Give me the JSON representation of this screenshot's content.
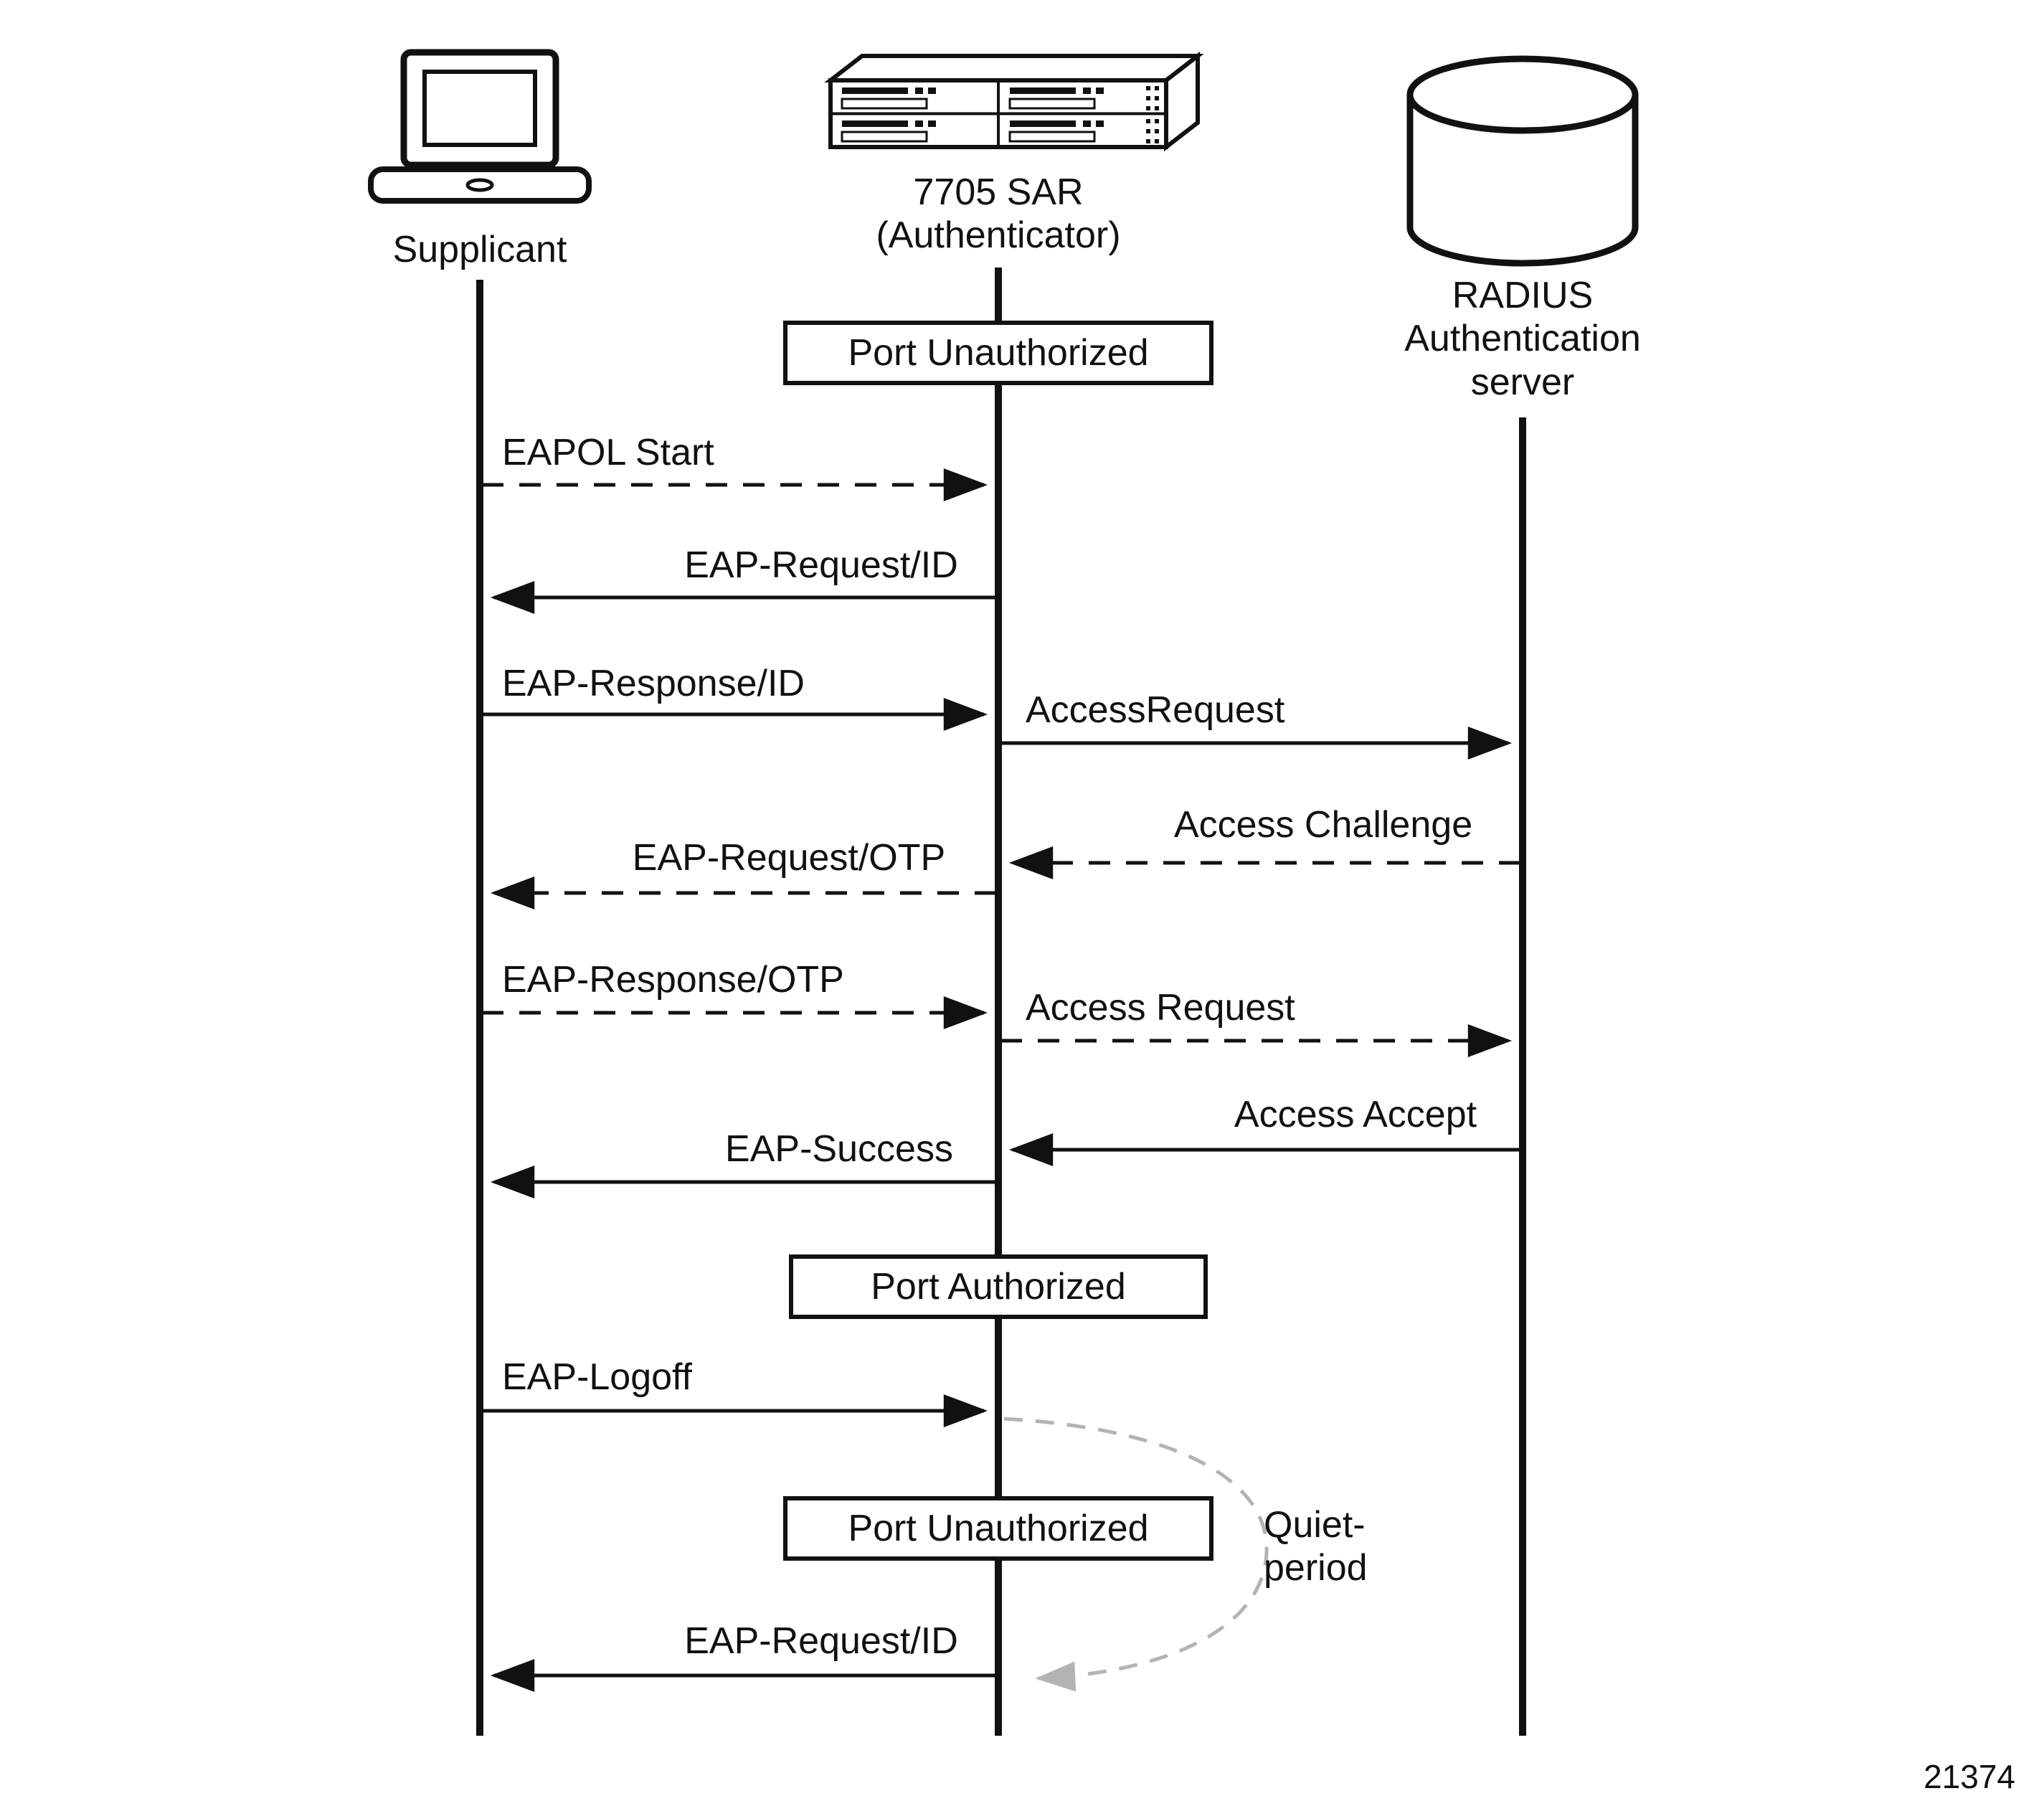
{
  "figure_number": "21374",
  "colors": {
    "stroke": "#111111",
    "quiet_period": "#b3b3b3",
    "background": "#ffffff"
  },
  "actors": [
    {
      "id": "supplicant",
      "label": "Supplicant",
      "icon": "laptop-icon"
    },
    {
      "id": "authenticator",
      "label": "7705 SAR\n(Authenticator)",
      "icon": "router-icon"
    },
    {
      "id": "radius-server",
      "label": "RADIUS\nAuthentication\nserver",
      "icon": "database-icon"
    }
  ],
  "port_states": [
    {
      "label": "Port Unauthorized"
    },
    {
      "label": "Port Authorized"
    },
    {
      "label": "Port Unauthorized"
    }
  ],
  "messages": [
    {
      "label": "EAPOL Start",
      "from": "supplicant",
      "to": "authenticator",
      "line": "dashed"
    },
    {
      "label": "EAP-Request/ID",
      "from": "authenticator",
      "to": "supplicant",
      "line": "solid"
    },
    {
      "label": "EAP-Response/ID",
      "from": "supplicant",
      "to": "authenticator",
      "line": "solid"
    },
    {
      "label": "AccessRequest",
      "from": "authenticator",
      "to": "radius-server",
      "line": "solid"
    },
    {
      "label": "Access Challenge",
      "from": "radius-server",
      "to": "authenticator",
      "line": "dashed"
    },
    {
      "label": "EAP-Request/OTP",
      "from": "authenticator",
      "to": "supplicant",
      "line": "dashed"
    },
    {
      "label": "EAP-Response/OTP",
      "from": "supplicant",
      "to": "authenticator",
      "line": "dashed"
    },
    {
      "label": "Access Request",
      "from": "authenticator",
      "to": "radius-server",
      "line": "dashed"
    },
    {
      "label": "Access Accept",
      "from": "radius-server",
      "to": "authenticator",
      "line": "solid"
    },
    {
      "label": "EAP-Success",
      "from": "authenticator",
      "to": "supplicant",
      "line": "solid"
    },
    {
      "label": "EAP-Logoff",
      "from": "supplicant",
      "to": "authenticator",
      "line": "solid"
    },
    {
      "label": "EAP-Request/ID",
      "from": "authenticator",
      "to": "supplicant",
      "line": "solid"
    }
  ],
  "annotations": [
    {
      "label": "Quiet-\nperiod"
    }
  ]
}
